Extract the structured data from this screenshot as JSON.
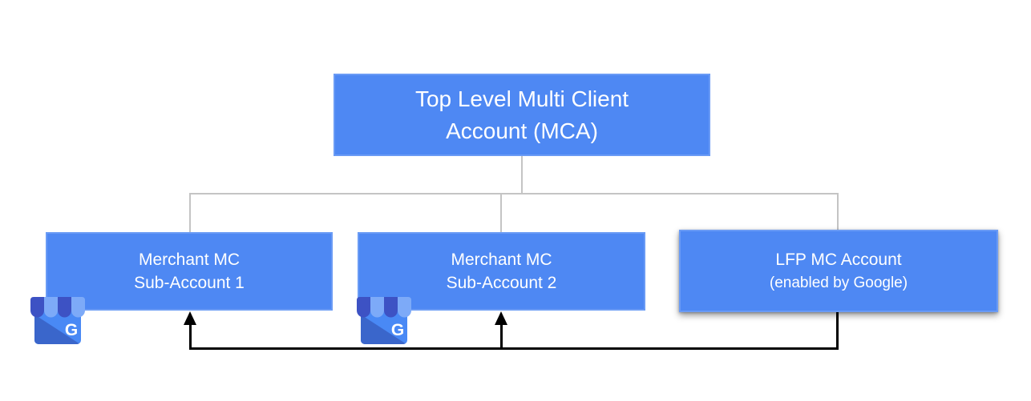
{
  "title": "Merchant Center account hierarchy diagram",
  "colors": {
    "node_fill": "#4e88f3",
    "node_text": "#ffffff",
    "tree_connector": "#c4c4c4",
    "arrow": "#000000",
    "icon_body": "#4989F5",
    "icon_fold": "#3A66CB",
    "icon_awning_dark": "#3D52C4",
    "icon_awning_light": "#7DAAF8"
  },
  "nodes": {
    "mca": {
      "line1": "Top Level Multi Client",
      "line2": "Account (MCA)"
    },
    "sub1": {
      "line1": "Merchant MC",
      "line2": "Sub-Account 1"
    },
    "sub2": {
      "line1": "Merchant MC",
      "line2": "Sub-Account 2"
    },
    "lfp": {
      "line1": "LFP MC Account",
      "line2": "(enabled by Google)"
    }
  },
  "edges": {
    "tree": [
      {
        "from": "mca",
        "to": "sub1"
      },
      {
        "from": "mca",
        "to": "sub2"
      },
      {
        "from": "mca",
        "to": "lfp"
      }
    ],
    "arrows": [
      {
        "from": "lfp",
        "to": "sub1"
      },
      {
        "from": "lfp",
        "to": "sub2"
      }
    ]
  },
  "icons": {
    "business_profile_letter": "G"
  }
}
